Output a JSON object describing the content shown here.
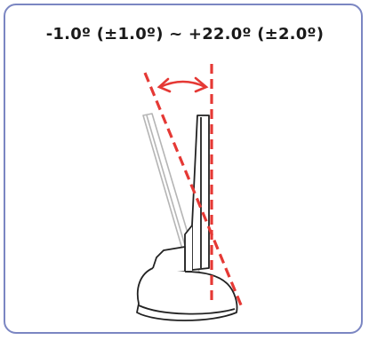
{
  "diagram": {
    "tilt_range": "-1.0º (±1.0º) ~ +22.0º (±2.0º)",
    "tilt_min_deg": -1.0,
    "tilt_min_tolerance_deg": 1.0,
    "tilt_max_deg": 22.0,
    "tilt_max_tolerance_deg": 2.0
  },
  "colors": {
    "frame_border": "#7b86c2",
    "guide_line": "#e53935",
    "monitor_outline": "#222222",
    "ghost_outline": "#b5b5b5"
  }
}
